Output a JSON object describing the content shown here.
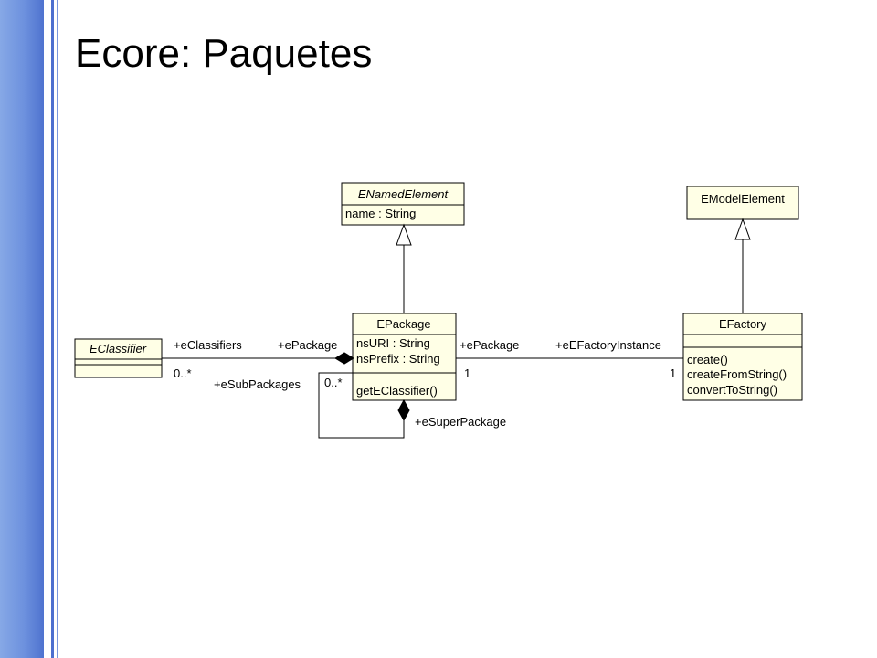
{
  "slide": {
    "title": "Ecore: Paquetes"
  },
  "classes": {
    "enamed_element": {
      "name": "ENamedElement",
      "attributes": [
        "name : String"
      ]
    },
    "emodel_element": {
      "name": "EModelElement"
    },
    "epackage": {
      "name": "EPackage",
      "attributes": [
        "nsURI : String",
        "nsPrefix : String"
      ],
      "operations": [
        "getEClassifier()"
      ]
    },
    "efactory": {
      "name": "EFactory",
      "operations": [
        "create()",
        "createFromString()",
        "convertToString()"
      ]
    },
    "eclassifier": {
      "name": "EClassifier"
    }
  },
  "associations": {
    "classifiers": {
      "role_classifier": "+eClassifiers",
      "role_package": "+ePackage",
      "multiplicity": "0..*"
    },
    "subpackages": {
      "role_sub": "+eSubPackages",
      "multiplicity": "0..*",
      "role_super": "+eSuperPackage"
    },
    "factory": {
      "role_package": "+ePackage",
      "role_factory": "+eEFactoryInstance",
      "multiplicity_package": "1",
      "multiplicity_factory": "1"
    }
  }
}
